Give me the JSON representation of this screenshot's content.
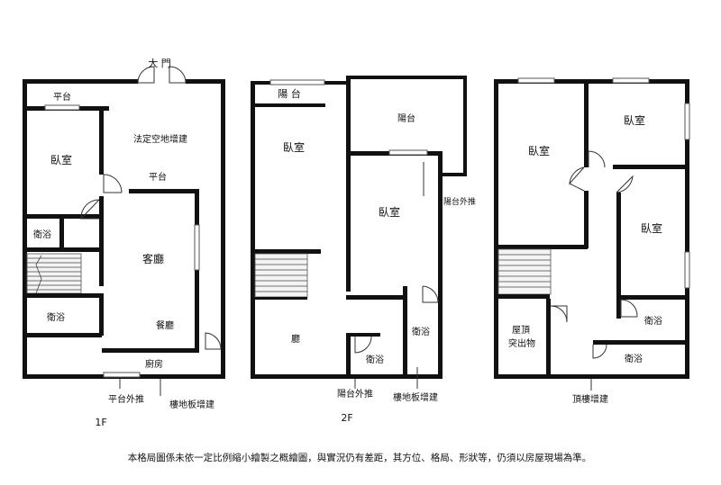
{
  "floor1": {
    "title": "1F",
    "main_door": "大 門",
    "platform_top": "平台",
    "legal_space": "法定空地增建",
    "bedroom": "臥室",
    "platform_mid": "平台",
    "bath_small": "衛浴",
    "living_room": "客廳",
    "bath": "衛浴",
    "dining": "餐廳",
    "kitchen": "廚房",
    "platform_out": "平台外推",
    "floor_addition": "樓地板增建"
  },
  "floor2": {
    "title": "2F",
    "balcony_left": "陽 台",
    "balcony_right": "陽台",
    "bedroom_left": "臥室",
    "bedroom_mid": "臥室",
    "balcony_out_right": "陽台外推",
    "hall": "廳",
    "bath_mid": "衛浴",
    "bath_right": "衛浴",
    "balcony_out_bottom": "陽台外推",
    "floor_addition": "樓地板增建"
  },
  "floor3": {
    "bedroom_left": "臥室",
    "bedroom_top_right": "臥室",
    "bedroom_right": "臥室",
    "roof_protrusion_1": "屋頂",
    "roof_protrusion_2": "突出物",
    "bath_right": "衛浴",
    "bath_bottom": "衛浴",
    "rooftop_addition": "頂樓增建"
  },
  "disclaimer": "本格局圖係未依一定比例縮小繪製之概繪圖，與實況仍有差距，其方位、格局、形狀等，仍須以房屋現場為準。"
}
